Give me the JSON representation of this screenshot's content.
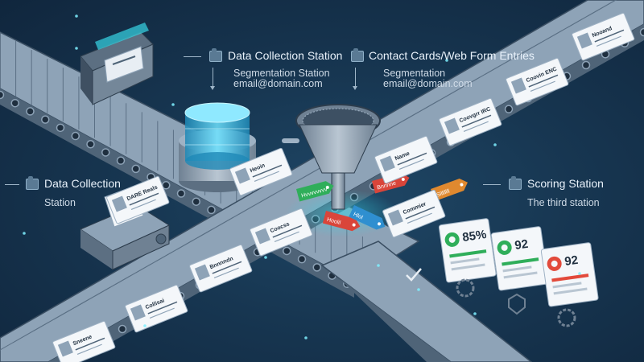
{
  "labels": {
    "top_left_title": "Data Collection Station",
    "top_left_sub1": "Segmentation Station",
    "top_left_sub2": "email@domain.com",
    "top_right_title": "Contact Cards/Web Form Entries",
    "top_right_sub1": "Segmentation",
    "top_right_sub2": "email@domain.com",
    "left_title": "Data Collection",
    "left_sub": "Station",
    "right_title": "Scoring Station",
    "right_sub": "The third station"
  },
  "tags": [
    "Hvvvvvvvv",
    "Hoolil",
    "Hlol",
    "Bnnnne",
    "Sllllllll"
  ],
  "score_cards": [
    {
      "value": "85%",
      "color": "#2fae5a"
    },
    {
      "value": "92",
      "color": "#2fae5a"
    },
    {
      "value": "92",
      "color": "#e24a3b"
    }
  ],
  "belt_cards": [
    "Nooand",
    "Coovin ENC",
    "Coovgrr IRC",
    "Name",
    "Heoin",
    "Commier",
    "Coocss",
    "Bnnnndn",
    "Collisai",
    "Sneene",
    "DARE Reals"
  ],
  "colors": {
    "background": "#173651",
    "belt": "#7f95ab",
    "belt_dark": "#4f6478",
    "accent": "#37d6e6"
  }
}
